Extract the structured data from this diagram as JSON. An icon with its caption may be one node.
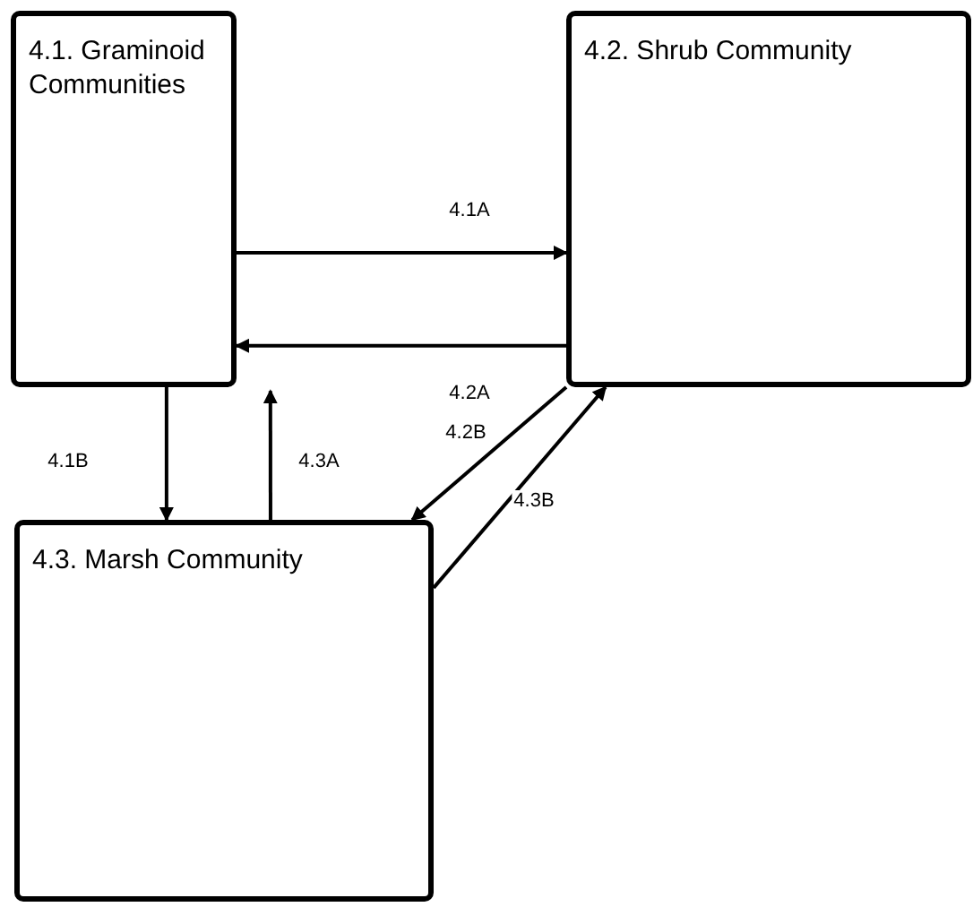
{
  "diagram": {
    "nodes": [
      {
        "text": [
          "4.1. Graminoid Communities"
        ]
      },
      {
        "text": [
          "4.2. Shrub Community"
        ]
      },
      {
        "text": [
          "4.3. Marsh Community"
        ]
      }
    ],
    "edges": [
      {
        "from": 0,
        "to": 1,
        "arrow": "to",
        "label": "4.1A"
      },
      {
        "from": 1,
        "to": 0,
        "arrow": "to",
        "label": "4.2A"
      },
      {
        "from": 0,
        "to": 2,
        "arrow": "to",
        "label": "4.1B"
      },
      {
        "from": 2,
        "to": 0,
        "arrow": "to",
        "label": "4.3A"
      },
      {
        "from": 1,
        "to": 2,
        "arrow": "to",
        "label": "4.2B"
      },
      {
        "from": 2,
        "to": 1,
        "arrow": "to",
        "label": "4.3B"
      }
    ]
  }
}
